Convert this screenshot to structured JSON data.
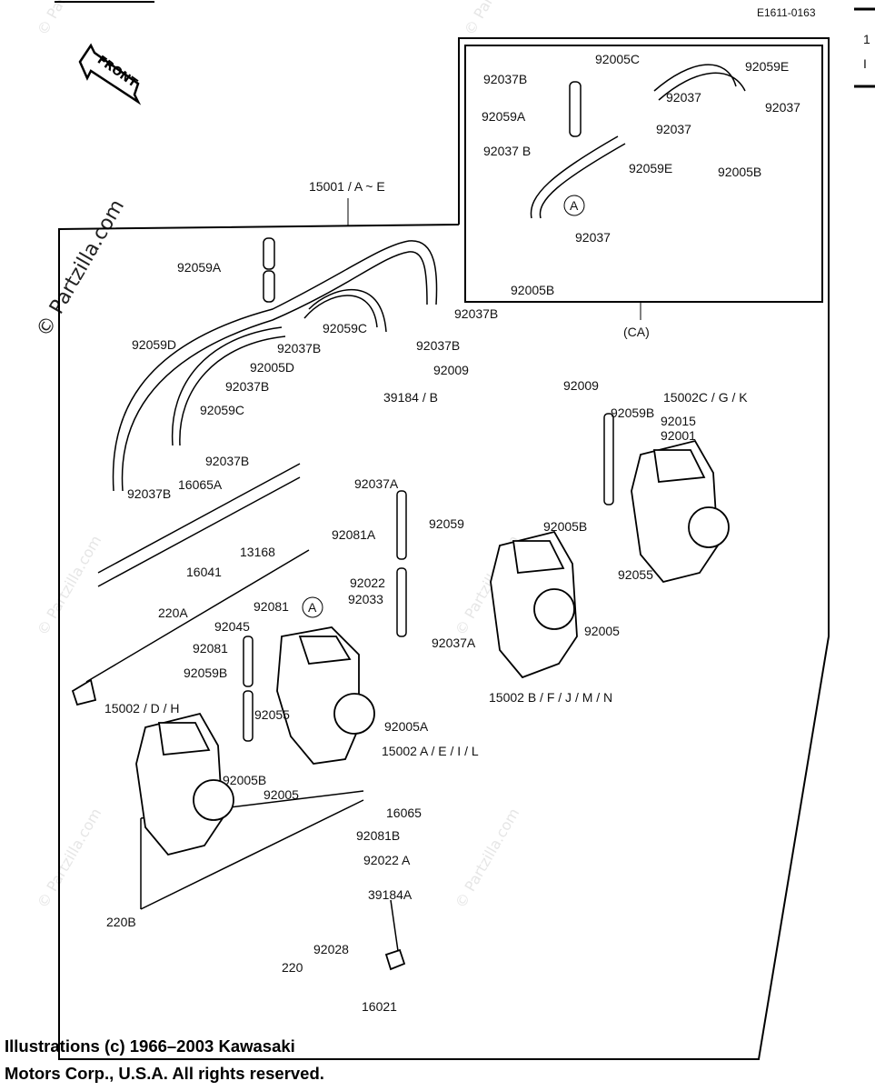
{
  "diagram_code": "E1611-0163",
  "front_arrow_label": "FRONT",
  "watermark": "© Partzilla.com",
  "group_labels": {
    "main_assembly": "15001 / A ~ E",
    "ca_box": "(CA)",
    "ref_circle": "A"
  },
  "ca_parts": [
    "92037B",
    "92005C",
    "92059E",
    "92037",
    "92037",
    "92059A",
    "92037",
    "92037 B",
    "92059E",
    "92005B",
    "92037",
    "92005B"
  ],
  "parts": [
    "92059A",
    "92037B",
    "92059C",
    "92037B",
    "92059D",
    "92037B",
    "92005D",
    "92037B",
    "92059C",
    "92009",
    "92009",
    "39184 / B",
    "15002C / G / K",
    "92059B",
    "92015",
    "92001",
    "92037B",
    "92037B",
    "16065A",
    "92037A",
    "92059",
    "92081A",
    "13168",
    "92005B",
    "92022",
    "16041",
    "92033",
    "92055",
    "220A",
    "92081",
    "92045",
    "92005",
    "92081",
    "92037A",
    "92059B",
    "15002 / D / H",
    "92055",
    "15002 B / F / J / M / N",
    "92005A",
    "15002 A / E / I / L",
    "92005B",
    "92005",
    "16065",
    "92081B",
    "92022 A",
    "39184A",
    "220B",
    "92028",
    "220",
    "16021"
  ],
  "footer": {
    "line1": "Illustrations (c) 1966–2003 Kawasaki",
    "line2": "Motors Corp., U.S.A.  All rights reserved."
  },
  "edge_marks": [
    "1",
    "I"
  ]
}
